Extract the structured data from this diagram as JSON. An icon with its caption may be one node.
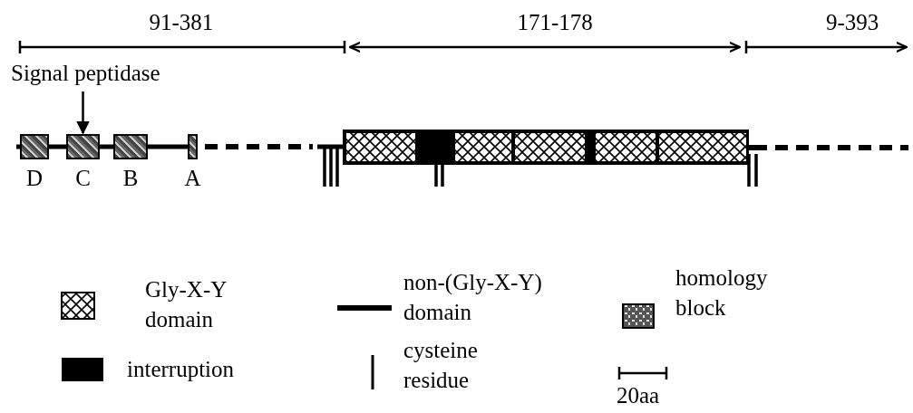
{
  "diagram": {
    "nodes": [
      {
        "text": [
          "Signal peptidase"
        ]
      },
      {
        "text": [
          "D"
        ]
      },
      {
        "text": [
          "C"
        ]
      },
      {
        "text": [
          "B"
        ]
      },
      {
        "text": [
          "A"
        ]
      }
    ],
    "edges": [
      {
        "from": 0,
        "to": 2,
        "arrow": "to"
      }
    ],
    "labels": [
      "91-381",
      "171-178",
      "9-393",
      "20aa"
    ],
    "legend": [
      {
        "text": "Gly-X-Y domain"
      },
      {
        "text": "non-(Gly-X-Y) domain"
      },
      {
        "text": "homology block"
      },
      {
        "text": "interruption",
        "color": "#000000"
      },
      {
        "text": "cysteine residue"
      }
    ]
  }
}
